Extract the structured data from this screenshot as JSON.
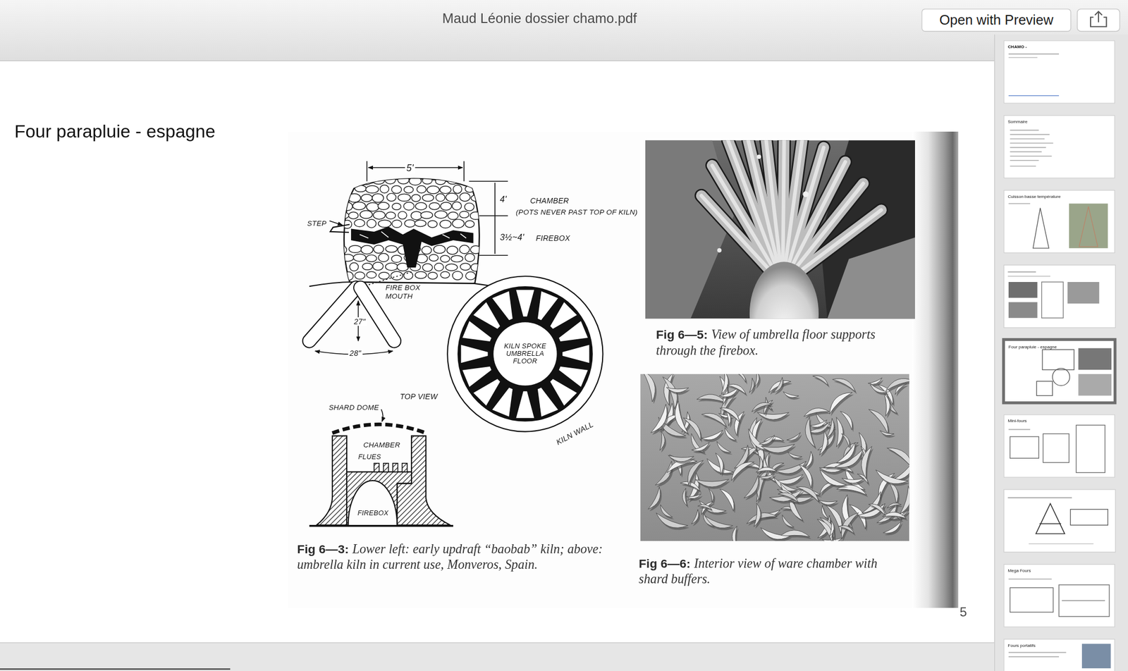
{
  "diagram": {
    "title": "Four parapluie - espagne",
    "nodes": [
      {
        "text": [
          "Open with Preview"
        ]
      },
      {
        "text": [
          "KILN SPOKE UMBRELLA FLOOR"
        ]
      },
      {
        "text": [
          "CHAMO -"
        ]
      },
      {
        "text": [
          "Sommaire"
        ]
      },
      {
        "text": [
          "Cuisson basse température"
        ]
      },
      {
        "text": [
          "Four parapluie - espagne"
        ]
      },
      {
        "text": [
          "Mini-fours"
        ]
      },
      {
        "text": [
          "Mega Fours"
        ]
      },
      {
        "text": [
          "Fours portatifs"
        ]
      }
    ],
    "labels": [
      "Maud Léonie dossier chamo.pdf",
      "5'",
      "4'",
      "CHAMBER",
      "(POTS NEVER PAST TOP OF KILN)",
      "STEP",
      "3½~4'",
      "FIREBOX",
      "FIRE BOX MOUTH",
      "27\"",
      "28\"",
      "TOP VIEW",
      "KILN WALL",
      "SHARD DOME",
      "CHAMBER",
      "FLUES",
      "FIREBOX",
      "Fig 6—3:",
      "Lower left: early updraft “baobab” kiln; above: umbrella kiln in current use, Monveros, Spain.",
      "Fig 6—5:",
      "View of umbrella floor supports through the firebox.",
      "Fig 6—6:",
      "Interior view of ware chamber with shard buffers.",
      "5"
    ]
  }
}
